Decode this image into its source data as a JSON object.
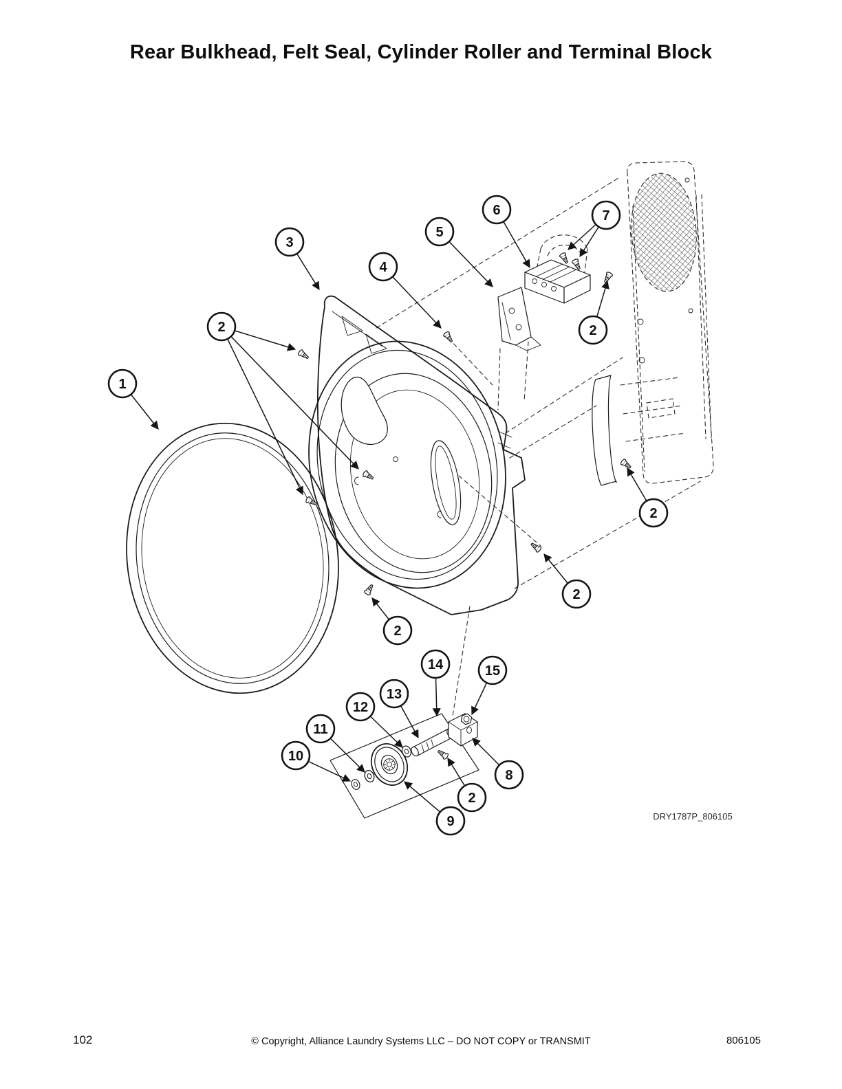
{
  "page": {
    "title": "Rear Bulkhead, Felt Seal, Cylinder Roller and Terminal Block",
    "page_number": "102",
    "copyright": "© Copyright, Alliance Laundry Systems LLC – DO NOT COPY or TRANSMIT",
    "doc_number": "806105",
    "drawing_id": "DRY1787P_806105"
  },
  "colors": {
    "line": "#1b1b1b",
    "background": "#ffffff"
  },
  "diagram": {
    "description": "Exploded parts view of dryer rear bulkhead, felt seal, cylinder roller and terminal block",
    "callouts": [
      {
        "label": "1"
      },
      {
        "label": "2"
      },
      {
        "label": "3"
      },
      {
        "label": "4"
      },
      {
        "label": "5"
      },
      {
        "label": "6"
      },
      {
        "label": "7"
      },
      {
        "label": "2"
      },
      {
        "label": "2"
      },
      {
        "label": "2"
      },
      {
        "label": "2"
      },
      {
        "label": "14"
      },
      {
        "label": "15"
      },
      {
        "label": "13"
      },
      {
        "label": "12"
      },
      {
        "label": "11"
      },
      {
        "label": "10"
      },
      {
        "label": "8"
      },
      {
        "label": "2"
      },
      {
        "label": "9"
      }
    ]
  }
}
